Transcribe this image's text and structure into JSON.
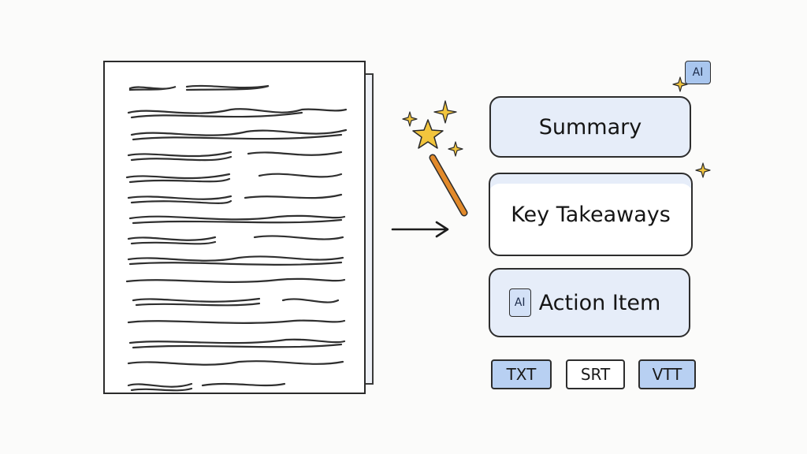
{
  "output": {
    "cards": {
      "summary": "Summary",
      "key_takeaways": "Key Takeaways",
      "action_item": "Action Item"
    },
    "ai_badge": "AI",
    "formats": [
      "TXT",
      "SRT",
      "VTT"
    ]
  },
  "colors": {
    "card_fill": "#e6edf9",
    "format_highlight": "#b8d0f2",
    "ai_badge": "#a9c6ee",
    "star": "#f2c53d",
    "wand": "#e28a2b",
    "ink": "#2b2b2b"
  },
  "icons": [
    "document-icon",
    "arrow-right-icon",
    "magic-wand-icon",
    "sparkle-icon",
    "ai-badge-icon"
  ]
}
